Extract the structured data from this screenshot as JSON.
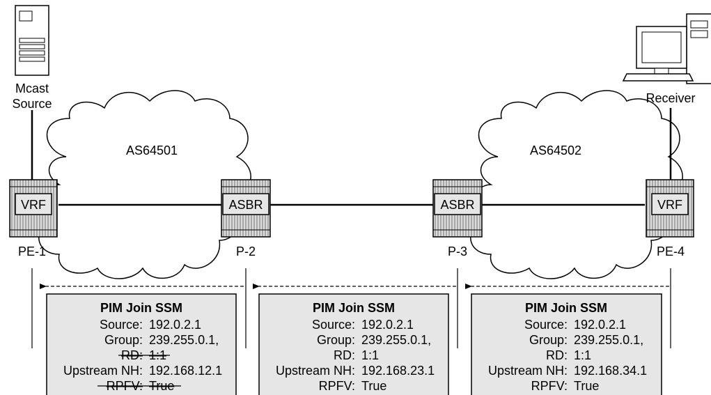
{
  "source": {
    "label_line1": "Mcast",
    "label_line2": "Source"
  },
  "receiver": {
    "label": "Receiver"
  },
  "clouds": [
    {
      "label": "AS64501"
    },
    {
      "label": "AS64502"
    }
  ],
  "routers": [
    {
      "name": "PE-1",
      "box": "VRF"
    },
    {
      "name": "P-2",
      "box": "ASBR"
    },
    {
      "name": "P-3",
      "box": "ASBR"
    },
    {
      "name": "PE-4",
      "box": "VRF"
    }
  ],
  "joins": [
    {
      "title": "PIM Join SSM",
      "rows": [
        {
          "key": "Source:",
          "value": "192.0.2.1",
          "struck": false
        },
        {
          "key": "Group:",
          "value": "239.255.0.1,",
          "struck": false
        },
        {
          "key": "RD:",
          "value": "1:1",
          "struck": true
        },
        {
          "key": "Upstream NH:",
          "value": "192.168.12.1",
          "struck": false
        },
        {
          "key": "RPFV:",
          "value": "True",
          "struck": true
        }
      ]
    },
    {
      "title": "PIM Join SSM",
      "rows": [
        {
          "key": "Source:",
          "value": "192.0.2.1",
          "struck": false
        },
        {
          "key": "Group:",
          "value": "239.255.0.1,",
          "struck": false
        },
        {
          "key": "RD:",
          "value": "1:1",
          "struck": false
        },
        {
          "key": "Upstream NH:",
          "value": "192.168.23.1",
          "struck": false
        },
        {
          "key": "RPFV:",
          "value": "True",
          "struck": false
        }
      ]
    },
    {
      "title": "PIM Join SSM",
      "rows": [
        {
          "key": "Source:",
          "value": "192.0.2.1",
          "struck": false
        },
        {
          "key": "Group:",
          "value": "239.255.0.1,",
          "struck": false
        },
        {
          "key": "RD:",
          "value": "1:1",
          "struck": false
        },
        {
          "key": "Upstream NH:",
          "value": "192.168.34.1",
          "struck": false
        },
        {
          "key": "RPFV:",
          "value": "True",
          "struck": false
        }
      ]
    }
  ],
  "colors": {
    "box_fill": "#e6e6e6",
    "router_fill": "#d9d9d9",
    "stroke": "#000000"
  }
}
